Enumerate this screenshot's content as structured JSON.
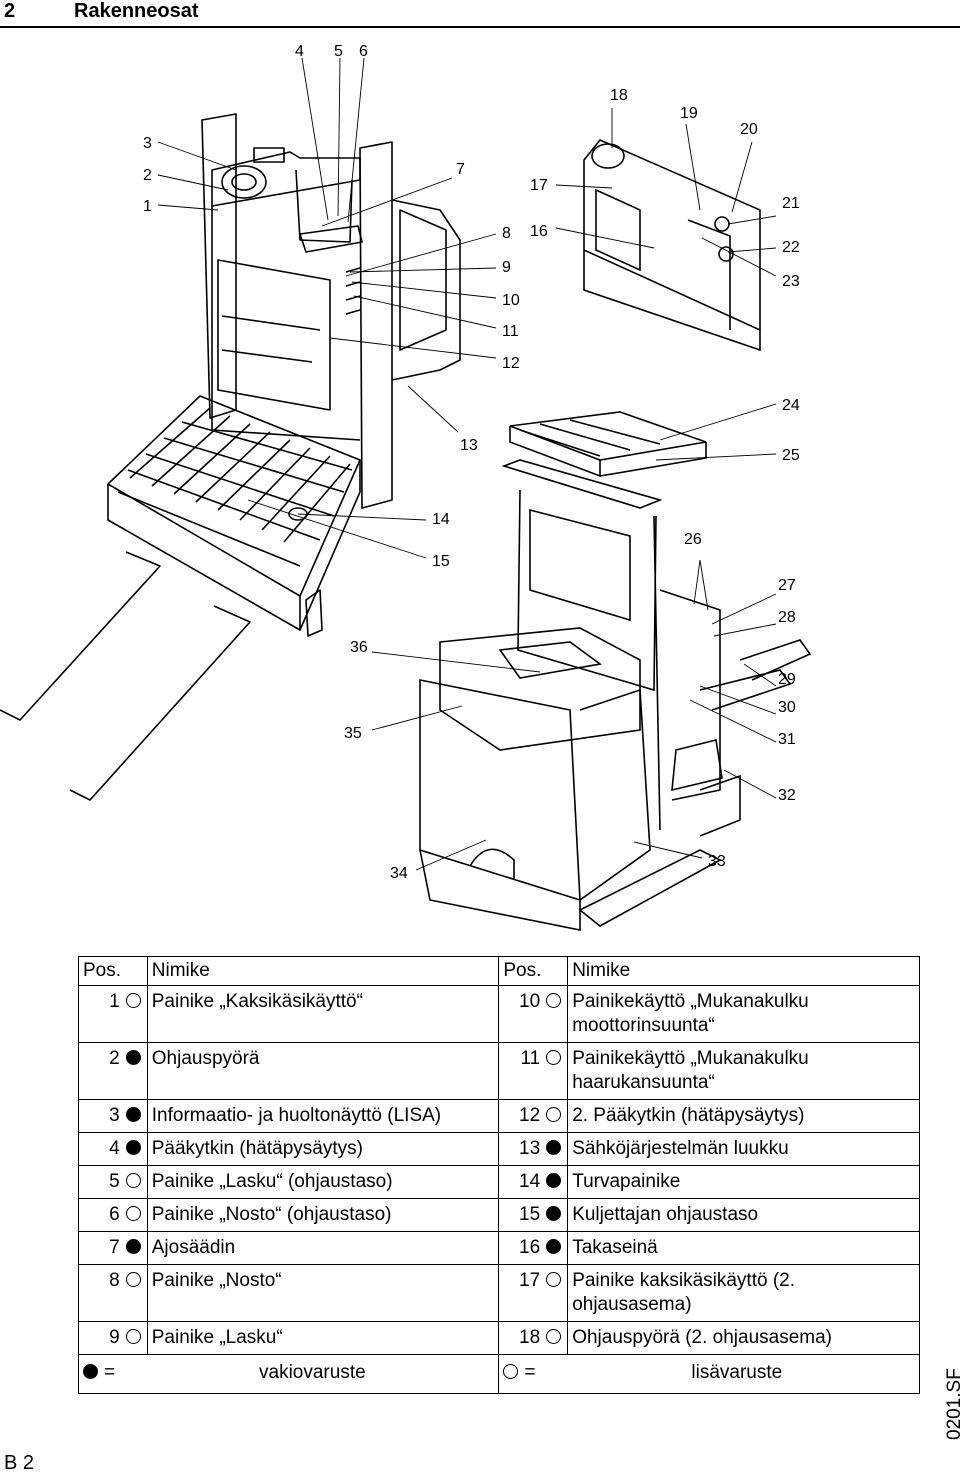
{
  "header": {
    "chapter_number": "2",
    "chapter_title": "Rakenneosat"
  },
  "figure": {
    "callouts": [
      "1",
      "2",
      "3",
      "4",
      "5",
      "6",
      "7",
      "8",
      "9",
      "10",
      "11",
      "12",
      "13",
      "14",
      "15",
      "16",
      "17",
      "18",
      "19",
      "20",
      "21",
      "22",
      "23",
      "24",
      "25",
      "26",
      "27",
      "28",
      "29",
      "30",
      "31",
      "32",
      "33",
      "34",
      "35",
      "36"
    ]
  },
  "table": {
    "headers": {
      "pos": "Pos.",
      "name": "Nimike",
      "pos2": "Pos.",
      "name2": "Nimike"
    },
    "rows": [
      {
        "pos_l": "1",
        "mark_l": "optional",
        "name_l": "Painike „Kaksikäsikäyttö“",
        "pos_r": "10",
        "mark_r": "optional",
        "name_r": "Painikekäyttö „Mukanakulku moottorinsuunta“"
      },
      {
        "pos_l": "2",
        "mark_l": "standard",
        "name_l": "Ohjauspyörä",
        "pos_r": "11",
        "mark_r": "optional",
        "name_r": "Painikekäyttö „Mukanakulku haarukansuunta“"
      },
      {
        "pos_l": "3",
        "mark_l": "standard",
        "name_l": "Informaatio- ja huoltonäyttö (LISA)",
        "pos_r": "12",
        "mark_r": "optional",
        "name_r": "2. Pääkytkin (hätäpysäytys)"
      },
      {
        "pos_l": "4",
        "mark_l": "standard",
        "name_l": "Pääkytkin (hätäpysäytys)",
        "pos_r": "13",
        "mark_r": "standard",
        "name_r": "Sähköjärjestelmän luukku"
      },
      {
        "pos_l": "5",
        "mark_l": "optional",
        "name_l": "Painike „Lasku“ (ohjaustaso)",
        "pos_r": "14",
        "mark_r": "standard",
        "name_r": "Turvapainike"
      },
      {
        "pos_l": "6",
        "mark_l": "optional",
        "name_l": "Painike „Nosto“ (ohjaustaso)",
        "pos_r": "15",
        "mark_r": "standard",
        "name_r": "Kuljettajan ohjaustaso"
      },
      {
        "pos_l": "7",
        "mark_l": "standard",
        "name_l": "Ajosäädin",
        "pos_r": "16",
        "mark_r": "standard",
        "name_r": "Takaseinä"
      },
      {
        "pos_l": "8",
        "mark_l": "optional",
        "name_l": "Painike „Nosto“",
        "pos_r": "17",
        "mark_r": "optional",
        "name_r": "Painike kaksikäsikäyttö (2. ohjausasema)"
      },
      {
        "pos_l": "9",
        "mark_l": "optional",
        "name_l": "Painike „Lasku“",
        "pos_r": "18",
        "mark_r": "optional",
        "name_r": "Ohjauspyörä (2. ohjausasema)"
      }
    ],
    "legend": {
      "standard_sign": "=",
      "standard_text": "vakiovaruste",
      "optional_sign": "=",
      "optional_text": "lisävaruste"
    }
  },
  "side_code": "0201.SF",
  "page_id": "B 2"
}
